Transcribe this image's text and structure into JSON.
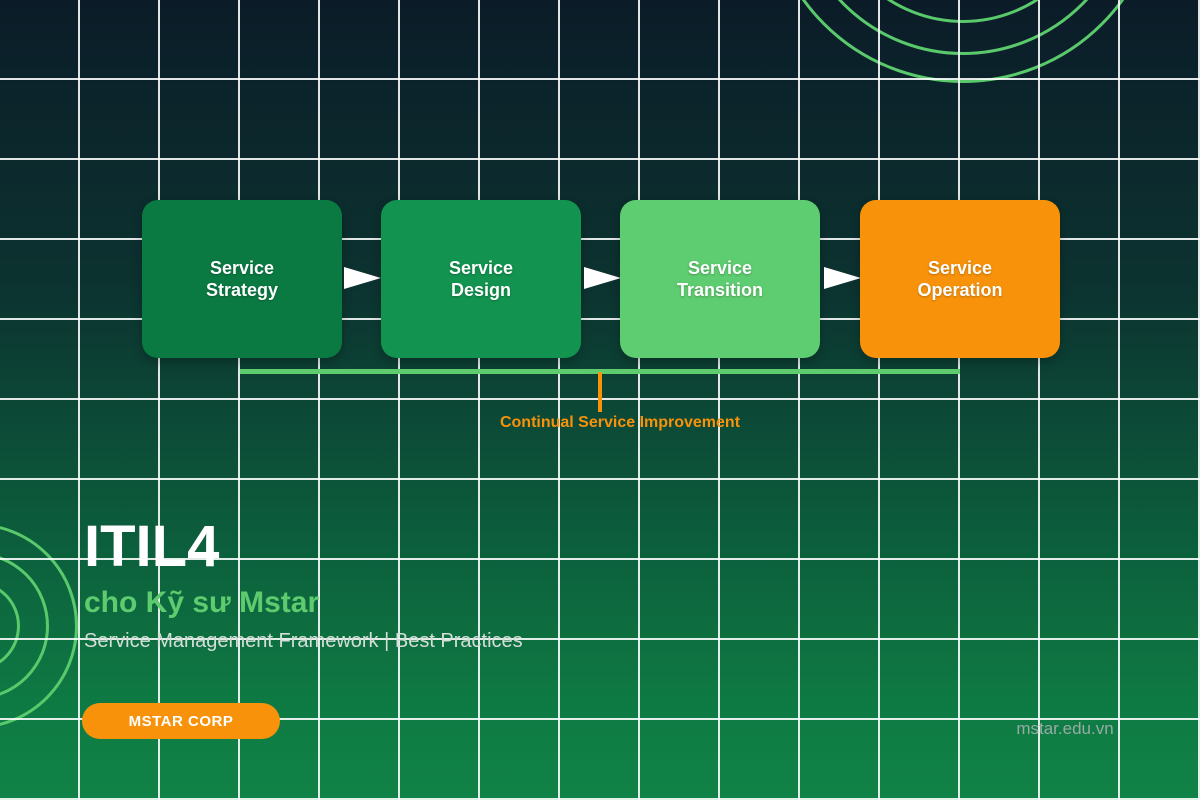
{
  "diagram": {
    "stages": [
      {
        "label": "Service\nStrategy",
        "color": "#0a7a42"
      },
      {
        "label": "Service\nDesign",
        "color": "#12934f"
      },
      {
        "label": "Service\nTransition",
        "color": "#5ecc70"
      },
      {
        "label": "Service\nOperation",
        "color": "#f7920a"
      }
    ],
    "csi_label": "Continual Service Improvement"
  },
  "title_block": {
    "title": "ITIL4",
    "subtitle": "cho Kỹ sư Mstar",
    "tagline": "Service Management Framework | Best Practices"
  },
  "footer": {
    "badge_label": "MSTAR CORP",
    "website": "mstar.edu.vn"
  },
  "colors": {
    "accent_green": "#5ecb6e",
    "accent_orange": "#f7920a",
    "bg_top": "#0b1c28",
    "bg_bottom": "#108347",
    "grid_line": "#ffffff"
  }
}
